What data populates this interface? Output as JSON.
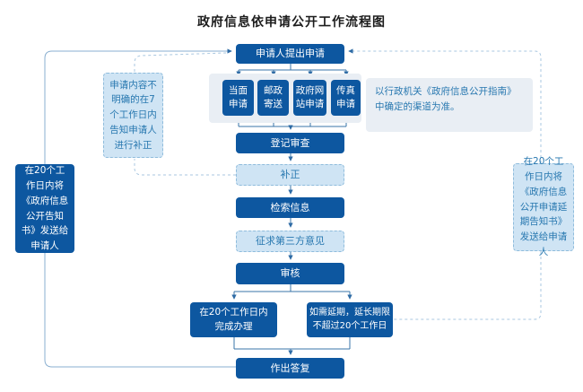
{
  "title": "政府信息依申请公开工作流程图",
  "nodes": {
    "apply": "申请人提出申请",
    "channel_1": "当面\n申请",
    "channel_2": "邮政\n寄送",
    "channel_3": "政府网\n站申请",
    "channel_4": "传真\n申请",
    "channels_note": "以行政机关《政府信息公开指南》\n中确定的渠道为准。",
    "register": "登记审查",
    "correction": "补正",
    "search": "检索信息",
    "third_party": "征求第三方意见",
    "review": "审核",
    "complete": "在20个工作日内\n完成办理",
    "extend": "如需延期，延长期限\n不超过20个工作日",
    "reply": "作出答复",
    "left_note": "申请内容不明确的在7个工作日内告知申请人进行补正",
    "left_notice": "在20个工作日内将《政府信息公开告知书》发送给申请人",
    "right_notice": "在20个工作日内将《政府信息公开申请延期告知书》发送给申请人"
  },
  "colors": {
    "box_dark": "#0d57a0",
    "box_light": "#cfe4f4",
    "box_border": "#8fbcdc",
    "panel": "#e9eef4",
    "note_text": "#2878b0",
    "line_solid": "#3a74a8",
    "line_loop": "#8aafd0",
    "line_dashed": "#a9c7e0",
    "arrow": "#2e6ba5"
  }
}
